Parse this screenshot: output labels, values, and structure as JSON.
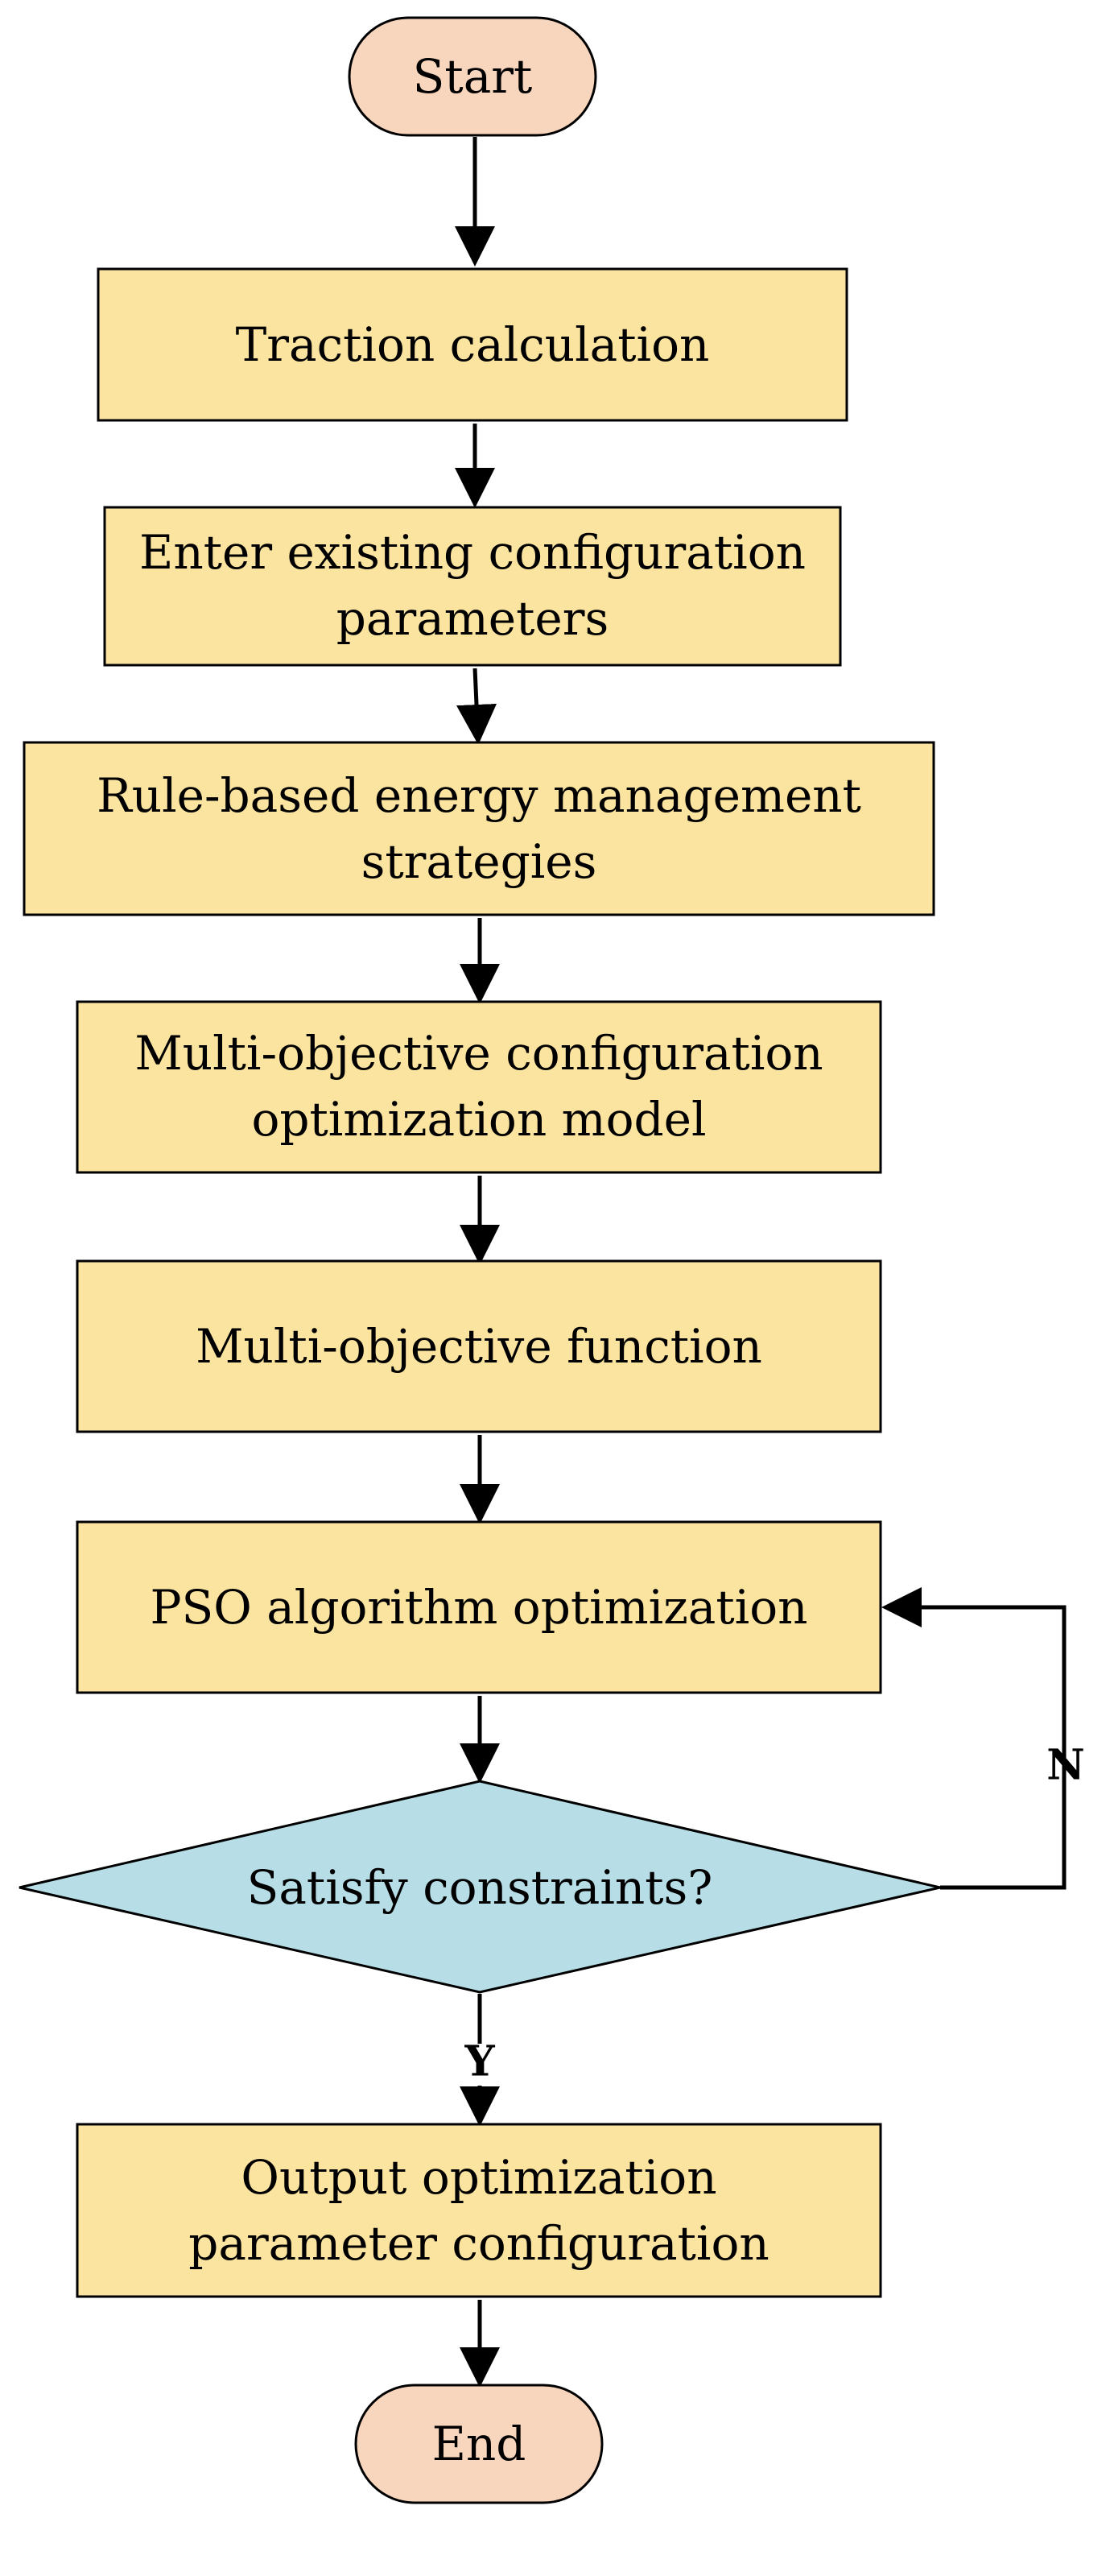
{
  "colors": {
    "terminal_fill": "#f8d5bd",
    "process_fill": "#fbe49f",
    "decision_fill": "#b7dde7",
    "stroke": "#000000"
  },
  "nodes": {
    "start": {
      "label": "Start"
    },
    "traction": {
      "line1": "Traction calculation"
    },
    "enter": {
      "line1": "Enter existing configuration",
      "line2": "parameters"
    },
    "rule": {
      "line1": "Rule-based energy management",
      "line2": "strategies"
    },
    "model": {
      "line1": "Multi-objective configuration",
      "line2": "optimization model"
    },
    "func": {
      "line1": "Multi-objective function"
    },
    "pso": {
      "line1": "PSO algorithm optimization"
    },
    "decision": {
      "line1": "Satisfy constraints?"
    },
    "output": {
      "line1": "Output optimization",
      "line2": "parameter configuration"
    },
    "end": {
      "label": "End"
    }
  },
  "edges": {
    "no_label": "N",
    "yes_label": "Y"
  }
}
